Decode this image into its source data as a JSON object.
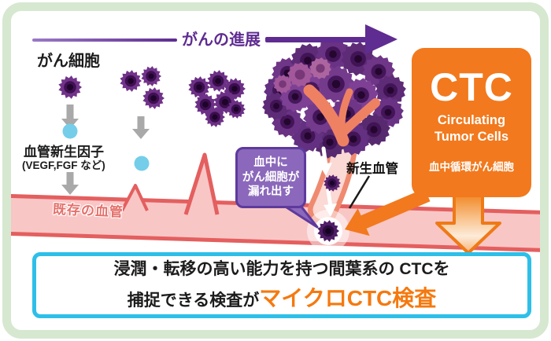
{
  "top": {
    "progress_label": "がんの進展"
  },
  "labels": {
    "cancer_cell": "がん細胞",
    "angiogenesis_factor": "血管新生因子",
    "angiogenesis_factor_sub": "(VEGF,FGF など)",
    "existing_vessel": "既存の血管",
    "new_vessel": "新生血管",
    "leak_bubble_line1": "血中に",
    "leak_bubble_line2": "がん細胞が",
    "leak_bubble_line3": "漏れ出す"
  },
  "ctc_box": {
    "acronym": "CTC",
    "full_line1": "Circulating",
    "full_line2": "Tumor Cells",
    "japanese": "血中循環がん細胞"
  },
  "bottom_box": {
    "line1": "浸潤・転移の高い能力を持つ間葉系の CTCを",
    "line2_prefix": "捕捉できる検査が",
    "line2_highlight": "マイクロCTC検査"
  },
  "colors": {
    "accent_purple": "#5f2c91",
    "bubble_purple": "#8b68bb",
    "accent_orange": "#f2791d",
    "highlight_orange": "#f5790f",
    "vessel_pink": "#f9c6c6",
    "vessel_edge_red": "#e45f5f",
    "cyan_border": "#2ebfe9",
    "frame_mint": "#d6e8d0",
    "factor_blue": "#74cee9"
  }
}
